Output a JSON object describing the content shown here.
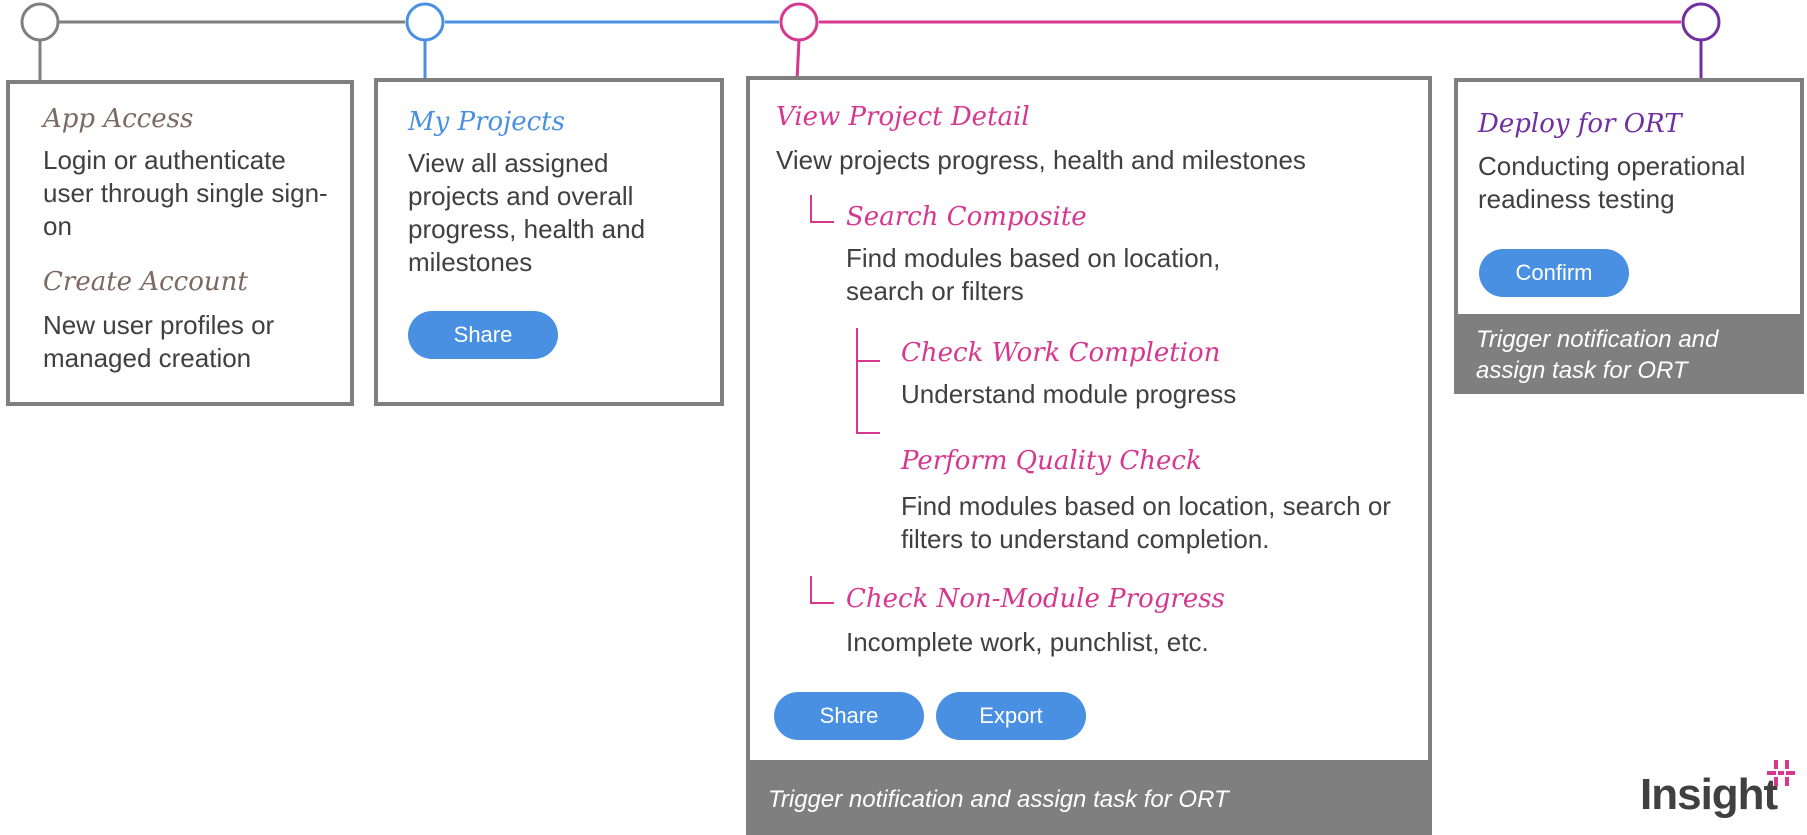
{
  "colors": {
    "gray": "#7f7f7f",
    "blue": "#4a90e2",
    "magenta": "#d6378f",
    "purple": "#7030a0",
    "brown": "#7a6a62"
  },
  "step1": {
    "title": "App Access",
    "desc": "Login or authenticate user through single sign-on",
    "sub_title": "Create Account",
    "sub_desc": "New user profiles or managed creation"
  },
  "step2": {
    "title": "My Projects",
    "desc": "View all assigned projects and overall progress, health and milestones",
    "share_label": "Share"
  },
  "step3": {
    "title": "View Project Detail",
    "desc": "View projects progress, health and milestones",
    "search_title": "Search Composite",
    "search_desc": "Find modules based on location, search or filters",
    "work_title": "Check Work Completion",
    "work_desc": "Understand module progress",
    "quality_title": "Perform Quality Check",
    "quality_desc": "Find modules based on location, search or filters to understand completion.",
    "nonmodule_title": "Check Non-Module Progress",
    "nonmodule_desc": "Incomplete work, punchlist, etc.",
    "share_label": "Share",
    "export_label": "Export",
    "footer": "Trigger notification and assign task for ORT"
  },
  "step4": {
    "title": "Deploy for ORT",
    "desc": "Conducting operational readiness testing",
    "confirm_label": "Confirm",
    "footer": "Trigger notification and assign task for ORT"
  },
  "logo": {
    "text": "Insight"
  }
}
